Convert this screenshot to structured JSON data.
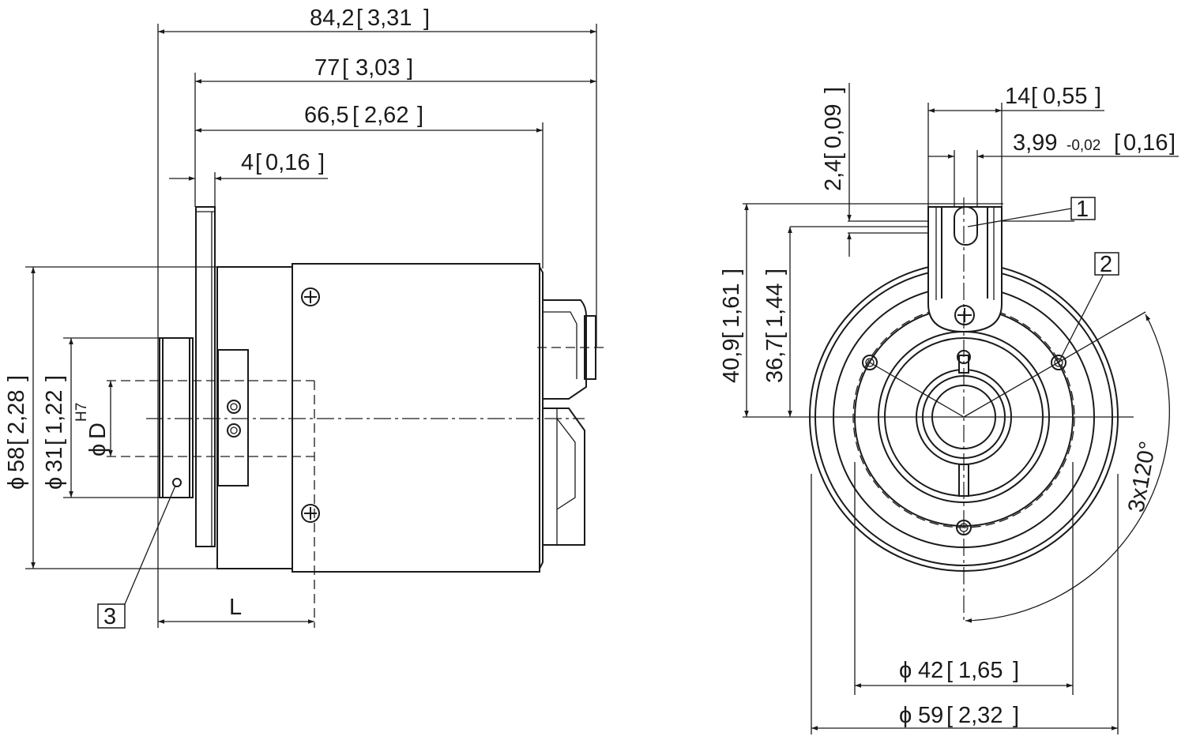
{
  "dimensions": {
    "overall_length": {
      "value": "84,2",
      "inch": "3,31"
    },
    "length_77": {
      "value": "77",
      "inch": "3,03"
    },
    "body_length": {
      "value": "66,5",
      "inch": "2,62"
    },
    "flange_thickness": {
      "value": "4",
      "inch": "0,16"
    },
    "dia_58": {
      "value": "58",
      "inch": "2,28"
    },
    "dia_31": {
      "value": "31",
      "inch": "1,22"
    },
    "bore": {
      "label": "D",
      "tolerance": "H7"
    },
    "length_L": {
      "label": "L"
    },
    "tab_width": {
      "value": "14",
      "inch": "0,55"
    },
    "slot_width": {
      "value": "3,99",
      "tolerance": "-0,02",
      "inch": "0,16"
    },
    "tab_offset": {
      "value": "2,4",
      "inch": "0,09"
    },
    "height_40": {
      "value": "40,9",
      "inch": "1,61"
    },
    "height_36": {
      "value": "36,7",
      "inch": "1,44"
    },
    "dia_42": {
      "value": "42",
      "inch": "1,65"
    },
    "dia_59": {
      "value": "59",
      "inch": "2,32"
    },
    "angle": {
      "value": "3x120°"
    }
  },
  "callouts": {
    "c1": "1",
    "c2": "2",
    "c3": "3"
  },
  "symbols": {
    "diameter": "ϕ"
  }
}
